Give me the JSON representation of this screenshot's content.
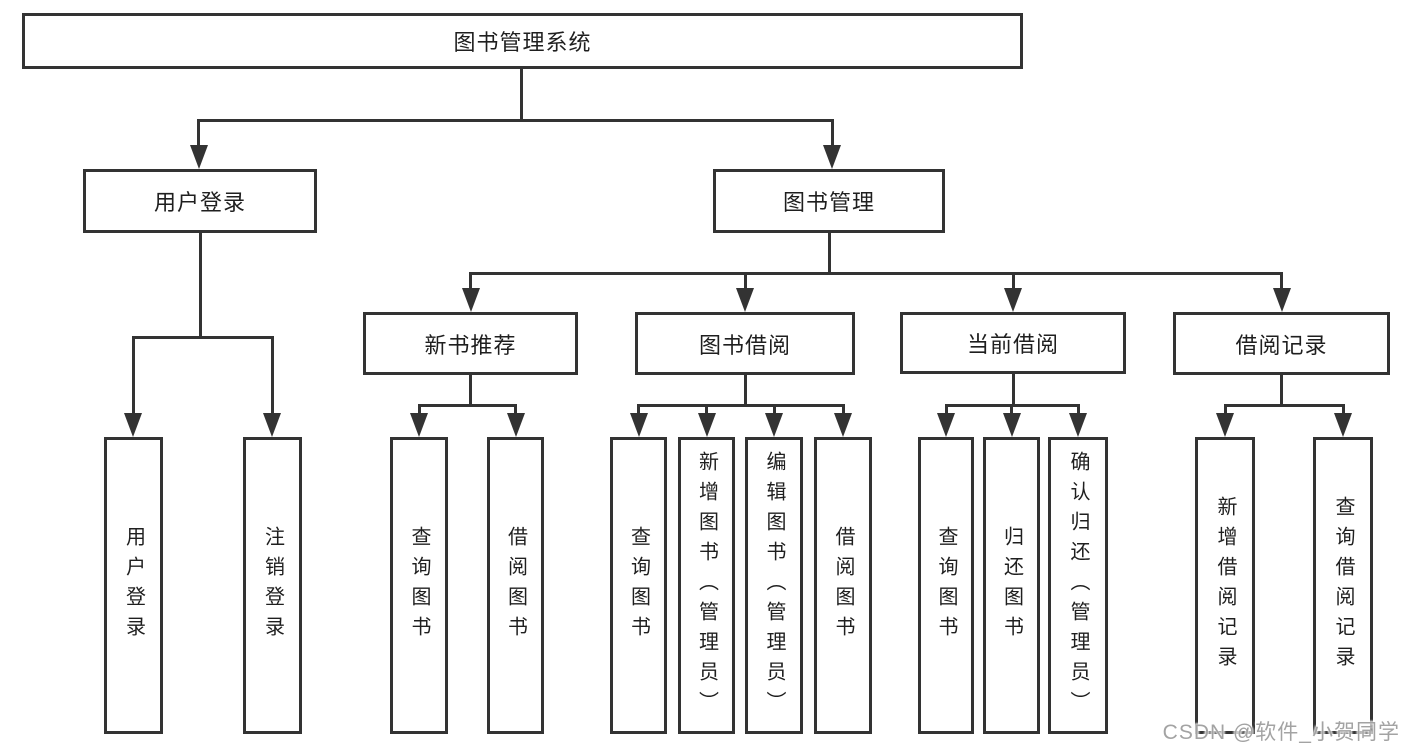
{
  "tree": {
    "label": "图书管理系统",
    "children": [
      {
        "label": "用户登录",
        "children": [
          {
            "label": "用户登录"
          },
          {
            "label": "注销登录"
          }
        ]
      },
      {
        "label": "图书管理",
        "children": [
          {
            "label": "新书推荐",
            "children": [
              {
                "label": "查询图书"
              },
              {
                "label": "借阅图书"
              }
            ]
          },
          {
            "label": "图书借阅",
            "children": [
              {
                "label": "查询图书"
              },
              {
                "label": "新增图书（管理员）"
              },
              {
                "label": "编辑图书（管理员）"
              },
              {
                "label": "借阅图书"
              }
            ]
          },
          {
            "label": "当前借阅",
            "children": [
              {
                "label": "查询图书"
              },
              {
                "label": "归还图书"
              },
              {
                "label": "确认归还（管理员）"
              }
            ]
          },
          {
            "label": "借阅记录",
            "children": [
              {
                "label": "新增借阅记录"
              },
              {
                "label": "查询借阅记录"
              }
            ]
          }
        ]
      }
    ]
  },
  "watermark": "CSDN @软件_小贺同学",
  "colors": {
    "line": "#333333",
    "background": "#ffffff",
    "text": "#1f1f1f",
    "watermark": "#a3a3a3"
  }
}
